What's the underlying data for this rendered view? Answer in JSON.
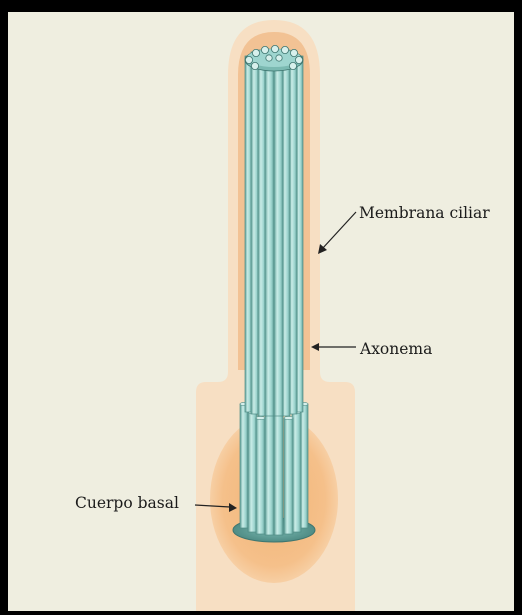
{
  "labels": {
    "membrana_ciliar": "Membrana ciliar",
    "axonema": "Axonema",
    "cuerpo_basal": "Cuerpo basal"
  },
  "colors": {
    "frame_border": "#000000",
    "panel_background": "#efeee0",
    "cell_cytoplasm": "#f7dfc3",
    "membrane": "#f2c294",
    "basal_glow": "#f5c08a",
    "microtubule_fill": "#9ed5cf",
    "microtubule_highlight": "#c9ece7",
    "microtubule_shadow": "#5e9f97",
    "label_text": "#1b1b1b"
  }
}
